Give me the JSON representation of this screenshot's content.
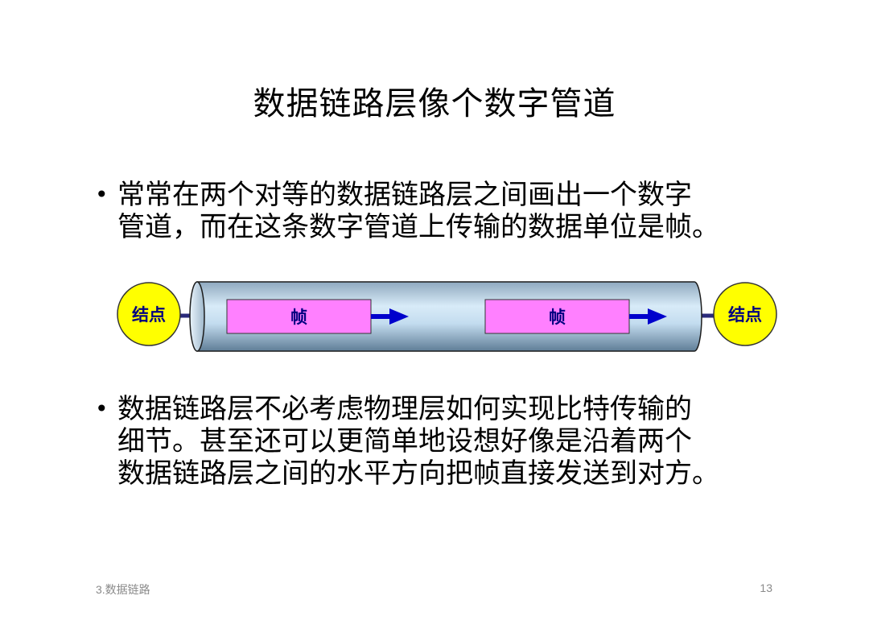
{
  "slide": {
    "title": "数据链路层像个数字管道",
    "bullets": [
      {
        "marker": "•",
        "lines": [
          "常常在两个对等的数据链路层之间画出一个数字",
          "管道，而在这条数字管道上传输的数据单位是帧。"
        ]
      },
      {
        "marker": "•",
        "lines": [
          "数据链路层不必考虑物理层如何实现比特传输的",
          "细节。甚至还可以更简单地设想好像是沿着两个",
          "数据链路层之间的水平方向把帧直接发送到对方。"
        ]
      }
    ],
    "diagram": {
      "left_node": "结点",
      "right_node": "结点",
      "frames": [
        "帧",
        "帧"
      ]
    },
    "footer": {
      "left": "3.数据链路",
      "page_number": "13"
    }
  },
  "colors": {
    "node_fill": "#ffff00",
    "frame_fill": "#ff80ff",
    "label_text": "#000080",
    "arrow": "#0000cc",
    "pipe_light": "#cfe4f4",
    "pipe_dark": "#6c8aa2"
  }
}
